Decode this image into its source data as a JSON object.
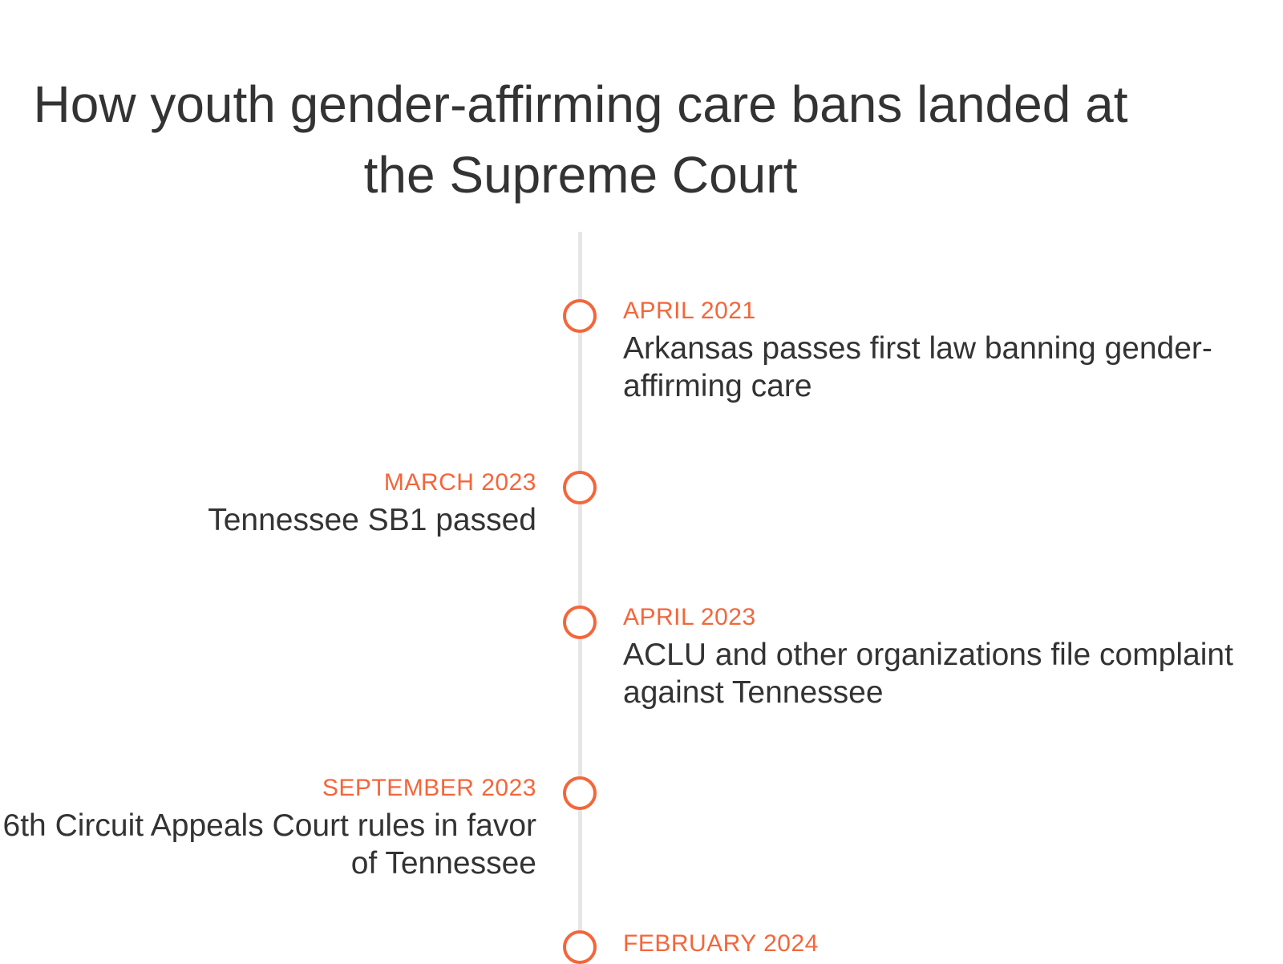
{
  "title": "How youth gender-affirming care bans landed at the Supreme Court",
  "accent_color": "#f4663b",
  "events": [
    {
      "date": "APRIL 2021",
      "text": "Arkansas passes first law banning gender-affirming care",
      "side": "right"
    },
    {
      "date": "MARCH 2023",
      "text": "Tennessee SB1 passed",
      "side": "left"
    },
    {
      "date": "APRIL 2023",
      "text": "ACLU and other organizations file complaint against Tennessee",
      "side": "right"
    },
    {
      "date": "SEPTEMBER 2023",
      "text": "6th Circuit Appeals Court rules in favor of Tennessee",
      "side": "left"
    },
    {
      "date": "FEBRUARY 2024",
      "text": "",
      "side": "right"
    }
  ]
}
